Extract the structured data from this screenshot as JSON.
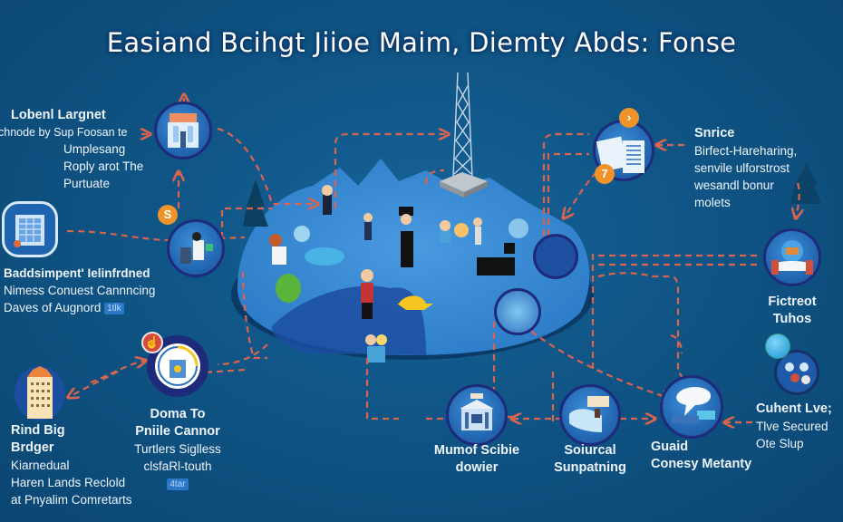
{
  "title": "Easiand Bcihgt Jiioe Maim, Diemty Abds: Fonse",
  "colors": {
    "background": "#0f5585",
    "connector": "#d9644f",
    "platform": "#3b8fd8",
    "node_ring": "#1e2b7a",
    "badge": "#f0932b"
  },
  "nodes": [
    {
      "id": "top-left",
      "icon": "building-icon",
      "heading": "Lobenl Largnet",
      "lines": [
        "chnode by Sup Foosan te",
        "Umplesang",
        "Roply arot The",
        "Purtuate"
      ]
    },
    {
      "id": "left-mid",
      "icon": "office-tower-icon",
      "heading": "Baddsimpent' Ielinfrdned",
      "lines": [
        "Nimess Conuest Cannncing",
        "Daves of Augnord"
      ],
      "chip": "1tlk"
    },
    {
      "id": "gear-badge",
      "icon": "worker-scene-icon",
      "badge": "S"
    },
    {
      "id": "bottom-left",
      "icon": "castle-tower-icon",
      "heading_lines": [
        "Rind Big",
        "Brdger"
      ],
      "lines": [
        "Kiarnedual",
        "Haren Lands Reclold",
        "at Pnyalim Comretarts"
      ]
    },
    {
      "id": "bottom-left-center",
      "icon": "jar-icon",
      "badge": "hand",
      "heading_lines": [
        "Doma To",
        "Pniile Cannor"
      ],
      "lines": [
        "Turtlers Siglless",
        "clsfaRl-touth"
      ],
      "chip": "4tar"
    },
    {
      "id": "bottom-center-1",
      "icon": "bank-icon",
      "heading_lines": [
        "Mumof Scibie",
        "dowier"
      ]
    },
    {
      "id": "bottom-center-2",
      "icon": "map-scroll-icon",
      "heading_lines": [
        "Soiurcal",
        "Sunpatning"
      ]
    },
    {
      "id": "bottom-right",
      "icon": "chat-bubble-icon",
      "heading_lines": [
        "Guaid",
        "Conesy Metanty"
      ]
    },
    {
      "id": "top-right",
      "icon": "documents-icon",
      "badges": [
        "›",
        "7"
      ],
      "heading": "Snrice",
      "lines": [
        "Birfect-Hareharing,",
        "senvile ulforstrost",
        "wesandl bonur",
        "molets"
      ]
    },
    {
      "id": "right-mid",
      "icon": "dome-building-icon",
      "heading_lines": [
        "Fictreot",
        "Tuhos"
      ]
    },
    {
      "id": "right-lower",
      "icon": "globe-icon",
      "heading": "Cuhent Lve;",
      "lines": [
        "Tlve Secured",
        "Ote Slup"
      ]
    }
  ]
}
